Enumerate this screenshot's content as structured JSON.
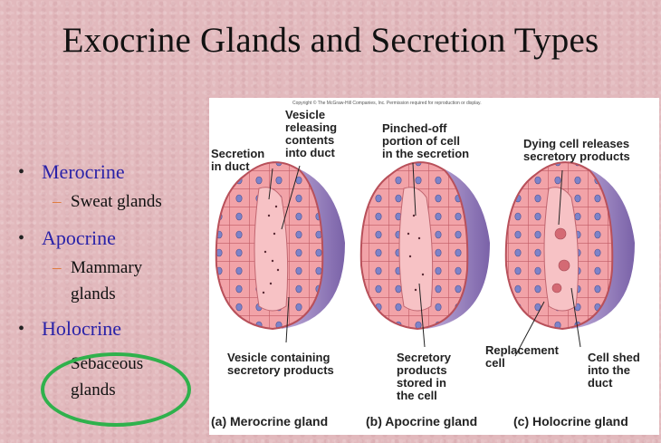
{
  "slide": {
    "title": "Exocrine Glands and Secretion Types",
    "bullets": [
      {
        "label": "Merocrine",
        "sub": [
          "Sweat glands"
        ]
      },
      {
        "label": "Apocrine",
        "sub": [
          "Mammary",
          "glands"
        ]
      },
      {
        "label": "Holocrine",
        "sub": [
          "Sebaceous",
          "glands"
        ]
      }
    ]
  },
  "figure": {
    "copyright": "Copyright © The McGraw-Hill Companies, Inc. Permission required for reproduction or display.",
    "labels": {
      "vesicle_releasing": [
        "Vesicle",
        "releasing",
        "contents",
        "into duct"
      ],
      "secretion_in_duct": [
        "Secretion",
        "in duct"
      ],
      "pinched_off": [
        "Pinched-off",
        "portion of cell",
        "in the secretion"
      ],
      "dying_cell": [
        "Dying cell releases",
        "secretory products"
      ],
      "vesicle_containing": [
        "Vesicle containing",
        "secretory products"
      ],
      "secretory_products": [
        "Secretory",
        "products",
        "stored in",
        "the cell"
      ],
      "replacement_cell": [
        "Replacement",
        "cell"
      ],
      "cell_shed": [
        "Cell shed",
        "into the",
        "duct"
      ]
    },
    "captions": [
      "(a) Merocrine gland",
      "(b) Apocrine gland",
      "(c) Holocrine gland"
    ]
  },
  "colors": {
    "background": "#e2b9bd",
    "bullet_text": "#2a22a8",
    "dash": "#e07a3a",
    "highlight_ellipse": "#2fb14c",
    "cell_fill": "#f2a3a8",
    "cell_outline": "#b8505a",
    "capsule": "#8f7ab8"
  }
}
